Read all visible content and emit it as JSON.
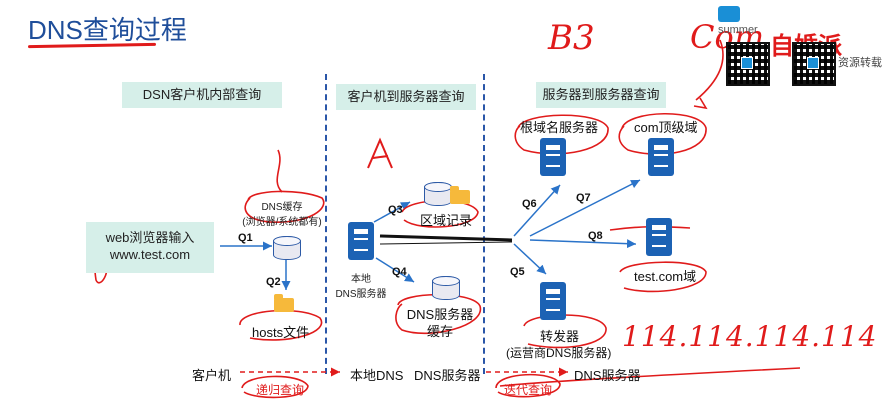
{
  "title": "DNS查询过程",
  "sections": {
    "client_internal": "DSN客户机内部查询",
    "client_to_server": "客户机到服务器查询",
    "server_to_server": "服务器到服务器查询"
  },
  "client": {
    "input_line1": "web浏览器输入",
    "input_line2": "www.test.com",
    "cache_line1": "DNS缓存",
    "cache_line2": "(浏览器/系统都有)",
    "hosts": "hosts文件",
    "q1": "Q1",
    "q2": "Q2"
  },
  "local_server": {
    "name_line1": "本地",
    "name_line2": "DNS服务器",
    "zone_record": "区域记录",
    "cache_line1": "DNS服务器",
    "cache_line2": "缓存",
    "q3": "Q3",
    "q4": "Q4"
  },
  "remote": {
    "root": "根域名服务器",
    "com": "com顶级域",
    "test": "test.com域",
    "forwarder_line1": "转发器",
    "forwarder_line2": "(运营商DNS服务器)",
    "q5": "Q5",
    "q6": "Q6",
    "q7": "Q7",
    "q8": "Q8"
  },
  "bottom": {
    "client": "客户机",
    "recursive": "递归查询",
    "local_dns": "本地DNS",
    "dns_server_1": "DNS服务器",
    "iterative": "迭代查询",
    "dns_server_2": "DNS服务器"
  },
  "annotations": {
    "handwritten_letter": "A",
    "handwritten_b3": "B3",
    "handwritten_com": "Com",
    "handwritten_ip": "114.114.114.114",
    "watermark_logo": "summer",
    "watermark_text": "资源转载",
    "watermark_red": "自婚派"
  },
  "colors": {
    "title": "#1f4e9a",
    "header_bg": "#d6efe9",
    "divider": "#2a56a8",
    "server": "#1c62b4",
    "arrow": "#2a73c9",
    "handwriting": "#e01b1b"
  }
}
